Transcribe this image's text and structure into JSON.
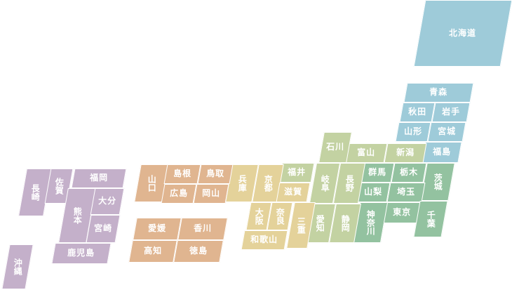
{
  "colors": {
    "hokkaido": "#9ecbd9",
    "tohoku": "#9ecbd9",
    "kanto": "#93c2a0",
    "chubu": "#c3d2a2",
    "kinki": "#e4d29a",
    "chugoku": "#e0b590",
    "shikoku": "#e0b590",
    "kyushu": "#c4b0ca",
    "okinawa": "#c4b0ca"
  },
  "prefectures": {
    "hokkaido": "北海道",
    "aomori": "青森",
    "akita": "秋田",
    "iwate": "岩手",
    "yamagata": "山形",
    "miyagi": "宮城",
    "fukushima": "福島",
    "ibaraki": "茨城",
    "tochigi": "栃木",
    "gunma": "群馬",
    "saitama": "埼玉",
    "tokyo": "東京",
    "chiba": "千葉",
    "kanagawa": "神奈川",
    "yamanashi": "山梨",
    "niigata": "新潟",
    "toyama": "富山",
    "ishikawa": "石川",
    "fukui": "福井",
    "nagano": "長野",
    "gifu": "岐阜",
    "shizuoka": "静岡",
    "aichi": "愛知",
    "shiga": "滋賀",
    "kyoto": "京都",
    "hyogo": "兵庫",
    "osaka": "大阪",
    "nara": "奈良",
    "mie": "三重",
    "wakayama": "和歌山",
    "tottori": "鳥取",
    "shimane": "島根",
    "okayama": "岡山",
    "hiroshima": "広島",
    "yamaguchi": "山口",
    "kagawa": "香川",
    "ehime": "愛媛",
    "tokushima": "徳島",
    "kochi": "高知",
    "fukuoka": "福岡",
    "saga": "佐賀",
    "nagasaki": "長崎",
    "oita": "大分",
    "kumamoto": "熊本",
    "miyazaki": "宮崎",
    "kagoshima": "鹿児島",
    "okinawa": "沖縄"
  }
}
